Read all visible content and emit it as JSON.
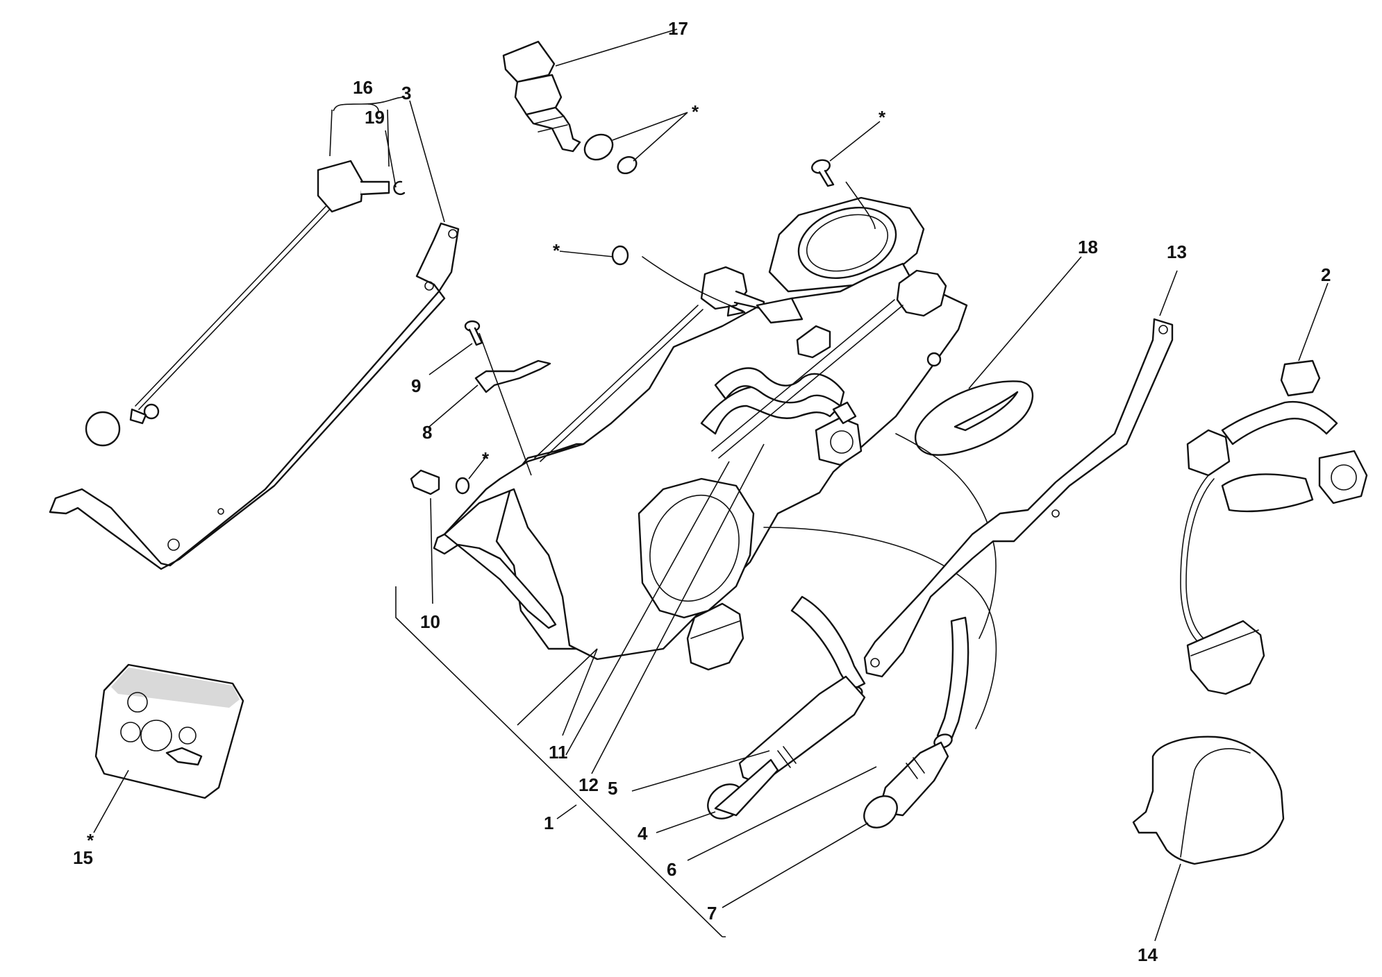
{
  "callouts": {
    "c1": "1",
    "c2": "2",
    "c3": "3",
    "c4": "4",
    "c5": "5",
    "c6": "6",
    "c7": "7",
    "c8": "8",
    "c9": "9",
    "c10": "10",
    "c11": "11",
    "c12": "12",
    "c13": "13",
    "c14": "14",
    "c15": "15",
    "c16": "16",
    "c17": "17",
    "c18": "18",
    "c19": "19",
    "star": "*"
  },
  "colors": {
    "ink": "#111111",
    "paper": "#ffffff",
    "shade": "#d9d9d9"
  }
}
